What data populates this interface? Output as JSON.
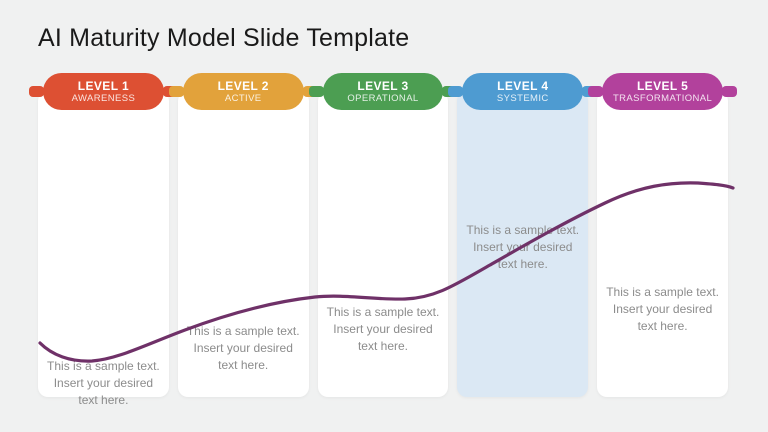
{
  "slide": {
    "title": "AI Maturity Model Slide Template",
    "background": "#f0f1f1"
  },
  "curve": {
    "color": "#6f3168"
  },
  "levels": [
    {
      "label": "LEVEL 1",
      "sublabel": "AWARENESS",
      "color": "#dd5033",
      "highlighted": false,
      "body": [
        "This is a sample text.",
        "Insert your desired",
        "text here."
      ]
    },
    {
      "label": "LEVEL 2",
      "sublabel": "ACTIVE",
      "color": "#e2a23b",
      "highlighted": false,
      "body": [
        "This is a sample text.",
        "Insert your desired",
        "text here."
      ]
    },
    {
      "label": "LEVEL 3",
      "sublabel": "OPERATIONAL",
      "color": "#4c9e52",
      "highlighted": false,
      "body": [
        "This is a sample text.",
        "Insert your desired",
        "text here."
      ]
    },
    {
      "label": "LEVEL 4",
      "sublabel": "SYSTEMIC",
      "color": "#4e9bd1",
      "highlighted": true,
      "highlight_bg": "#dbe8f4",
      "body": [
        "This is a sample text.",
        "Insert your desired",
        "text here."
      ]
    },
    {
      "label": "LEVEL 5",
      "sublabel": "TRASFORMATIONAL",
      "color": "#b2419c",
      "highlighted": false,
      "body": [
        "This is a sample text.",
        "Insert your desired",
        "text here."
      ]
    }
  ]
}
